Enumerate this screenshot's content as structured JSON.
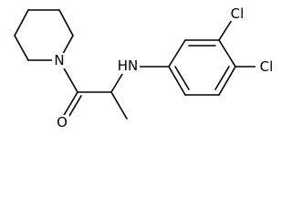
{
  "molecule": {
    "atoms": {
      "nitrogen_ring": "N",
      "nitrogen_amine": "HN",
      "oxygen": "O",
      "chlorine_3": "Cl",
      "chlorine_4": "Cl"
    }
  }
}
